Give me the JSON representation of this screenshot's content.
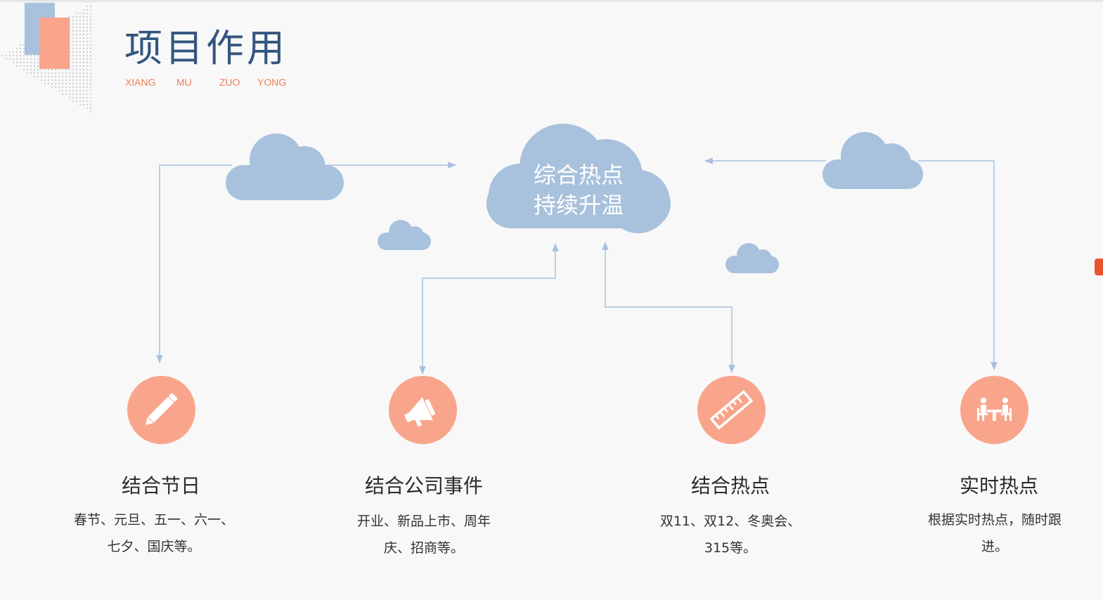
{
  "header": {
    "title": "项目作用",
    "pinyin": [
      "XIANG",
      "MU",
      "ZUO",
      "YONG"
    ]
  },
  "center": {
    "line1": "综合热点",
    "line2": "持续升温"
  },
  "items": [
    {
      "icon": "pencil-icon",
      "title": "结合节日",
      "desc": [
        "春节、元旦、五一、六一、",
        "七夕、国庆等。"
      ]
    },
    {
      "icon": "megaphone-icon",
      "title": "结合公司事件",
      "desc": [
        "开业、新品上市、周年",
        "庆、招商等。"
      ]
    },
    {
      "icon": "ruler-icon",
      "title": "结合热点",
      "desc": [
        "双11、双12、冬奥会、",
        "315等。"
      ]
    },
    {
      "icon": "meeting-icon",
      "title": "实时热点",
      "desc": [
        "根据实时热点，随时跟",
        "进。"
      ]
    }
  ],
  "colors": {
    "cloud": "#a8c1dc",
    "accent": "#f9a58b",
    "title": "#34567e",
    "pinyin": "#f07d55",
    "connector": "#a8c1dc"
  }
}
